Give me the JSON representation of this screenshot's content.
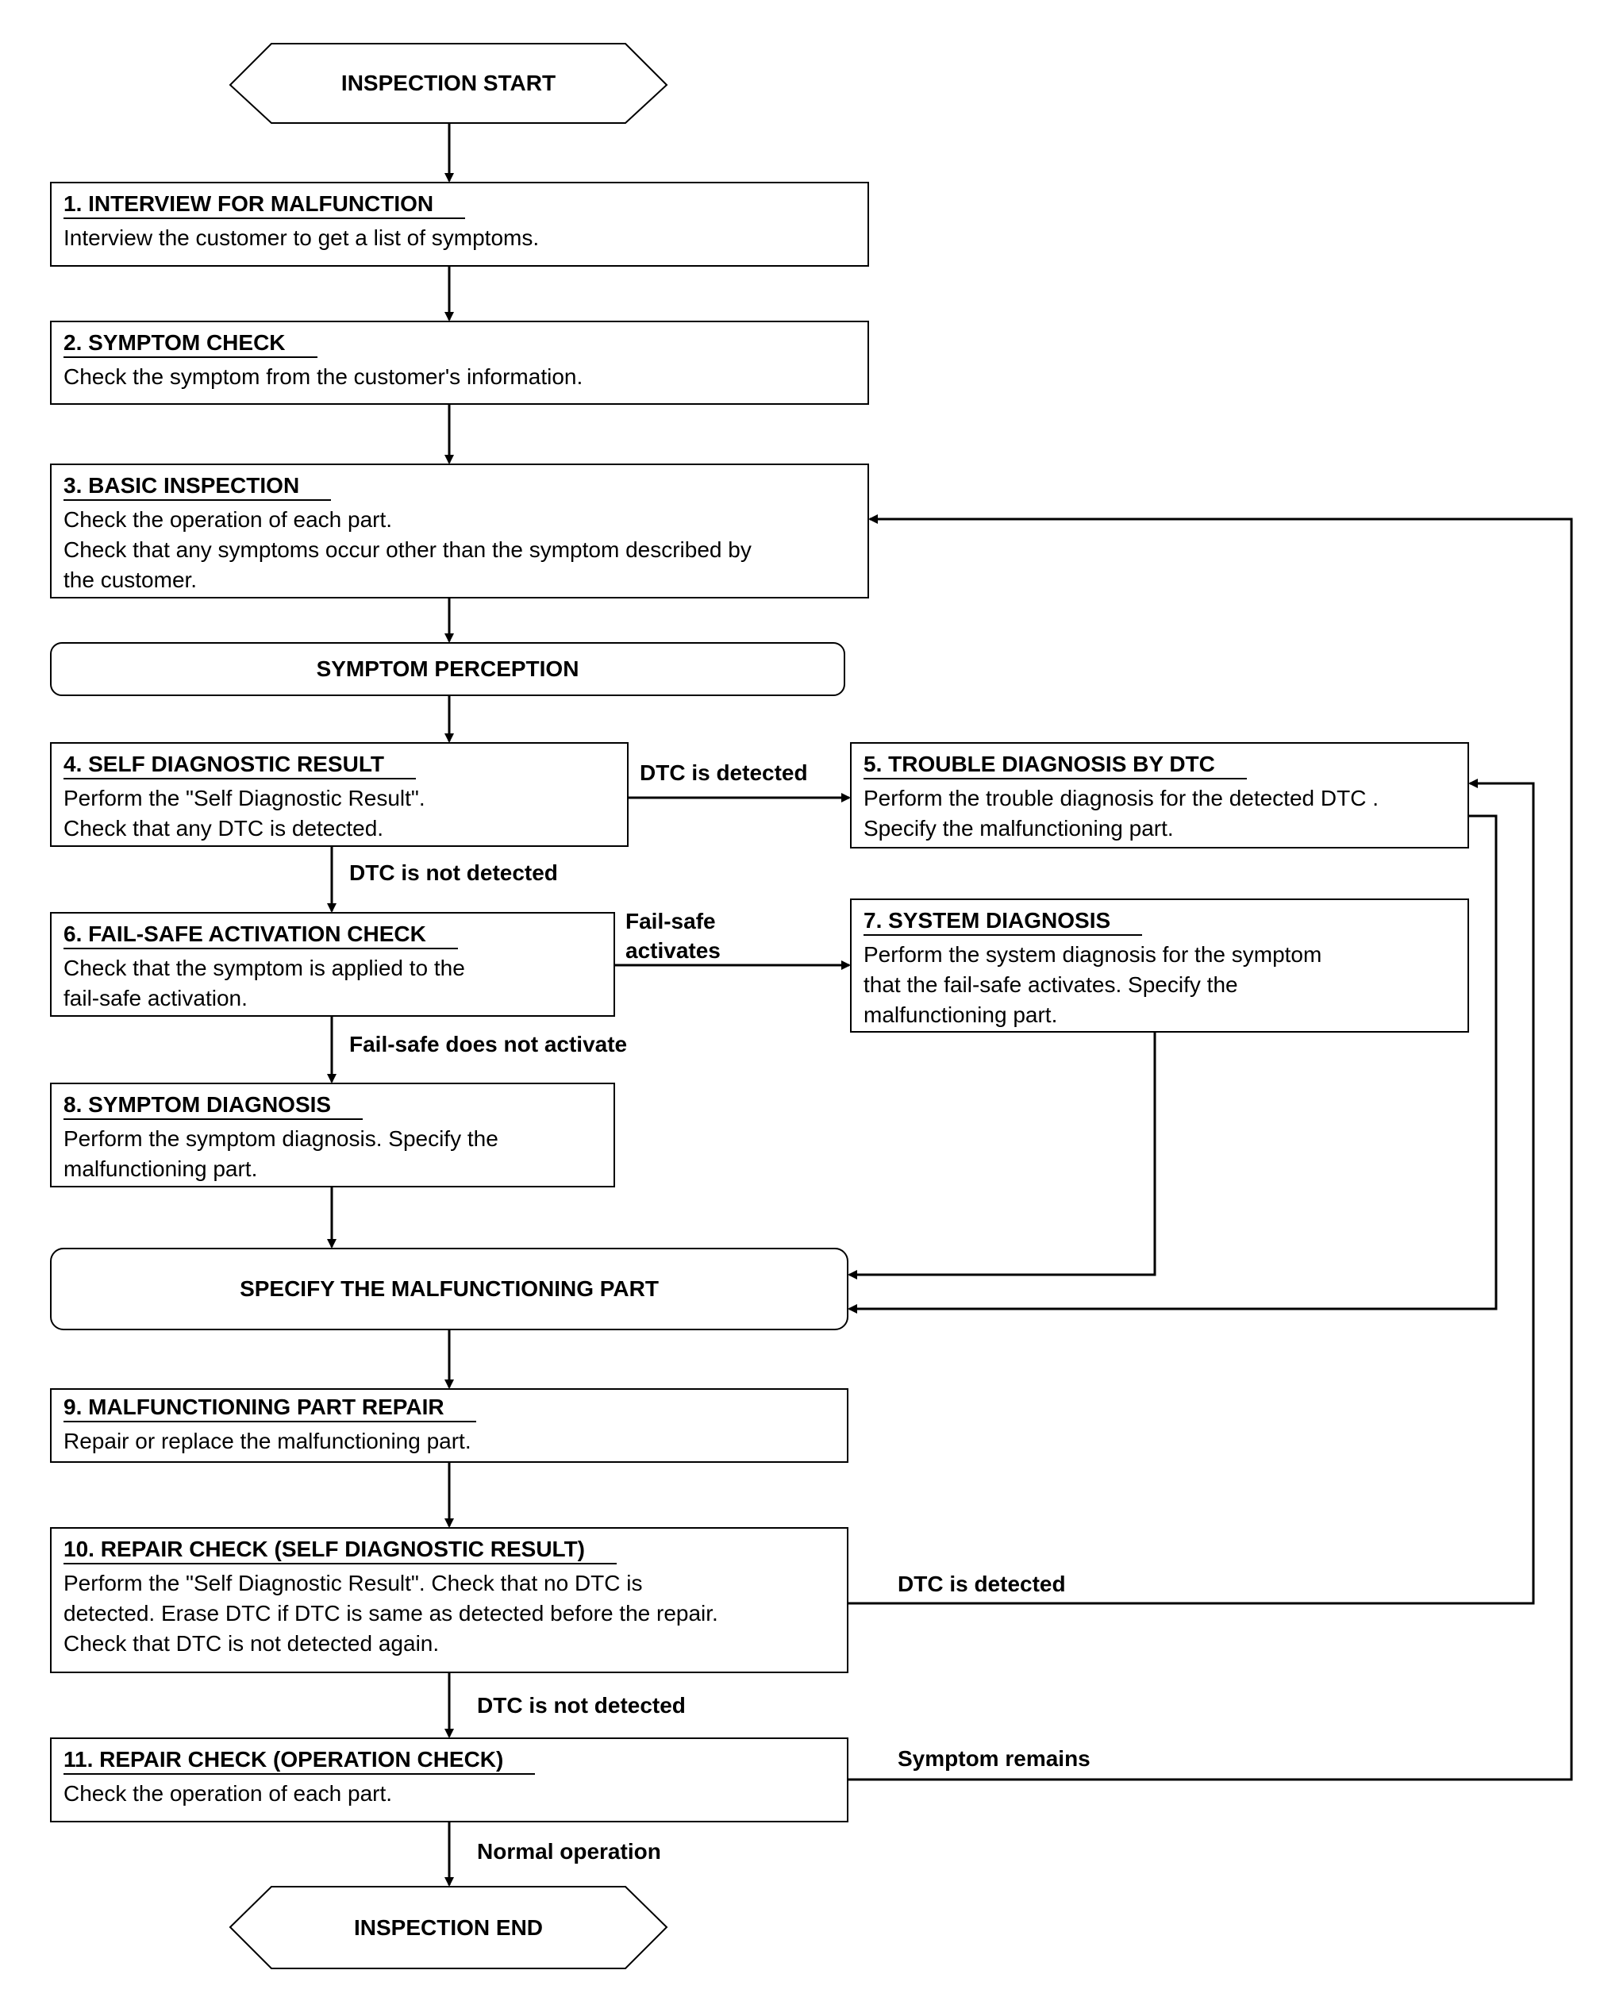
{
  "terminals": {
    "start": "INSPECTION START",
    "end": "INSPECTION END"
  },
  "phases": {
    "symptom_perception": "SYMPTOM PERCEPTION",
    "specify_part": "SPECIFY THE MALFUNCTIONING PART"
  },
  "steps": {
    "s1": {
      "title": "1. INTERVIEW FOR MALFUNCTION",
      "lines": [
        "Interview the customer to get a list of symptoms."
      ]
    },
    "s2": {
      "title": "2. SYMPTOM CHECK",
      "lines": [
        "Check the symptom from the customer's information."
      ]
    },
    "s3": {
      "title": "3. BASIC INSPECTION",
      "lines": [
        "Check the operation of each part.",
        "Check that any symptoms occur other than the symptom described by",
        "the customer."
      ]
    },
    "s4": {
      "title": "4. SELF DIAGNOSTIC RESULT",
      "lines": [
        "Perform the \"Self Diagnostic Result\".",
        "Check that any DTC is detected."
      ]
    },
    "s5": {
      "title": "5. TROUBLE DIAGNOSIS BY DTC",
      "lines": [
        "Perform the trouble diagnosis for the detected DTC .",
        "Specify the malfunctioning part."
      ]
    },
    "s6": {
      "title": "6. FAIL-SAFE ACTIVATION CHECK",
      "lines": [
        "Check that the symptom is applied to the",
        "fail-safe activation."
      ]
    },
    "s7": {
      "title": "7. SYSTEM DIAGNOSIS",
      "lines": [
        "Perform the system diagnosis for the symptom",
        "that the fail-safe activates. Specify the",
        "malfunctioning part."
      ]
    },
    "s8": {
      "title": "8. SYMPTOM DIAGNOSIS",
      "lines": [
        "Perform the symptom diagnosis. Specify the",
        "malfunctioning part."
      ]
    },
    "s9": {
      "title": "9. MALFUNCTIONING PART REPAIR",
      "lines": [
        "Repair or replace the malfunctioning part."
      ]
    },
    "s10": {
      "title": "10. REPAIR CHECK (SELF DIAGNOSTIC RESULT)",
      "lines": [
        "Perform the \"Self Diagnostic Result\". Check that no DTC is",
        "detected. Erase DTC if DTC is same as detected before the repair.",
        "Check that DTC is not detected again."
      ]
    },
    "s11": {
      "title": "11. REPAIR CHECK (OPERATION CHECK)",
      "lines": [
        "Check the operation of each part."
      ]
    }
  },
  "edges": {
    "dtc_detected": "DTC is detected",
    "dtc_not_detected": "DTC is not detected",
    "failsafe_activates_1": "Fail-safe",
    "failsafe_activates_2": "activates",
    "failsafe_not_activate": "Fail-safe does not activate",
    "dtc_detected_repair": "DTC is detected",
    "dtc_not_detected_repair": "DTC is not detected",
    "symptom_remains": "Symptom remains",
    "normal_operation": "Normal operation"
  }
}
